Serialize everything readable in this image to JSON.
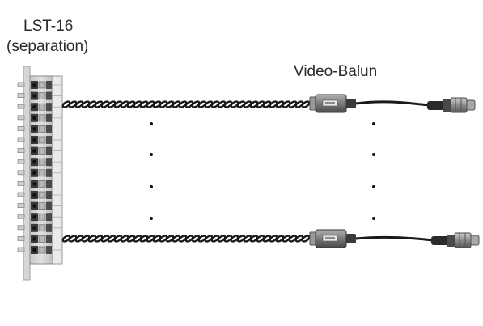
{
  "labels": {
    "panel_line1": "LST-16",
    "panel_line2": "(separation)",
    "balun": "Video-Balun"
  },
  "icons": [
    "patch-panel-icon",
    "twisted-pair-cable-icon",
    "video-balun-icon",
    "bnc-connector-icon",
    "ellipsis-dots-icon"
  ],
  "colors": {
    "panel_light": "#d8d8d8",
    "panel_dark": "#5a5a5a",
    "cable": "#1a1a1a",
    "balun_body": "#8a8a8a",
    "text": "#2a2a2a"
  }
}
